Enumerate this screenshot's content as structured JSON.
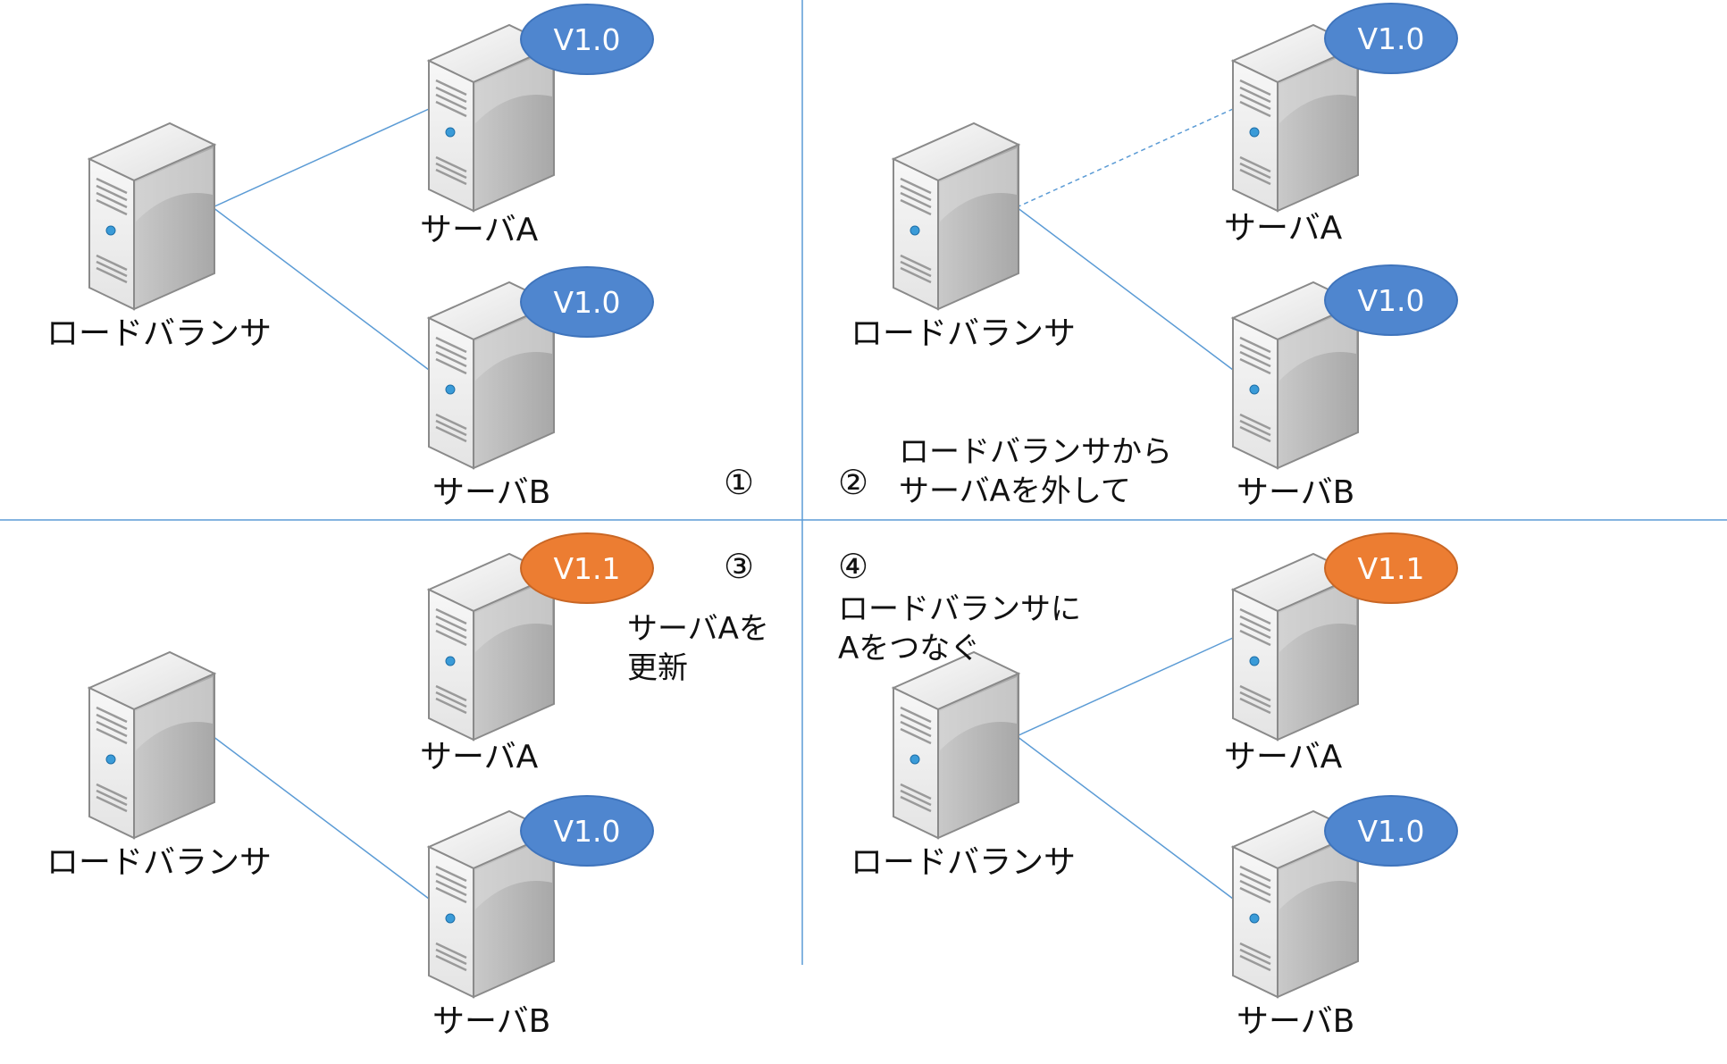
{
  "labels": {
    "lb": "ロードバランサ",
    "server_a": "サーバA",
    "server_b": "サーバB"
  },
  "panels": [
    {
      "step": "①",
      "server_a_version": "V1.0",
      "server_b_version": "V1.0",
      "link_a": "solid",
      "link_b": "solid",
      "note": []
    },
    {
      "step": "②",
      "server_a_version": "V1.0",
      "server_b_version": "V1.0",
      "link_a": "dashed",
      "link_b": "solid",
      "note": [
        "ロードバランサから",
        "サーバAを外して"
      ]
    },
    {
      "step": "③",
      "server_a_version": "V1.1",
      "server_b_version": "V1.0",
      "link_a": "none",
      "link_b": "solid",
      "note": [
        "サーバAを",
        "更新"
      ]
    },
    {
      "step": "④",
      "server_a_version": "V1.1",
      "server_b_version": "V1.0",
      "link_a": "solid",
      "link_b": "solid",
      "note": [
        "ロードバランサに",
        "Aをつなぐ"
      ]
    }
  ],
  "colors": {
    "version_old": "#4f86cf",
    "version_new": "#ec7d32",
    "link": "#5b9bd5",
    "divider": "#5b9bd5"
  }
}
